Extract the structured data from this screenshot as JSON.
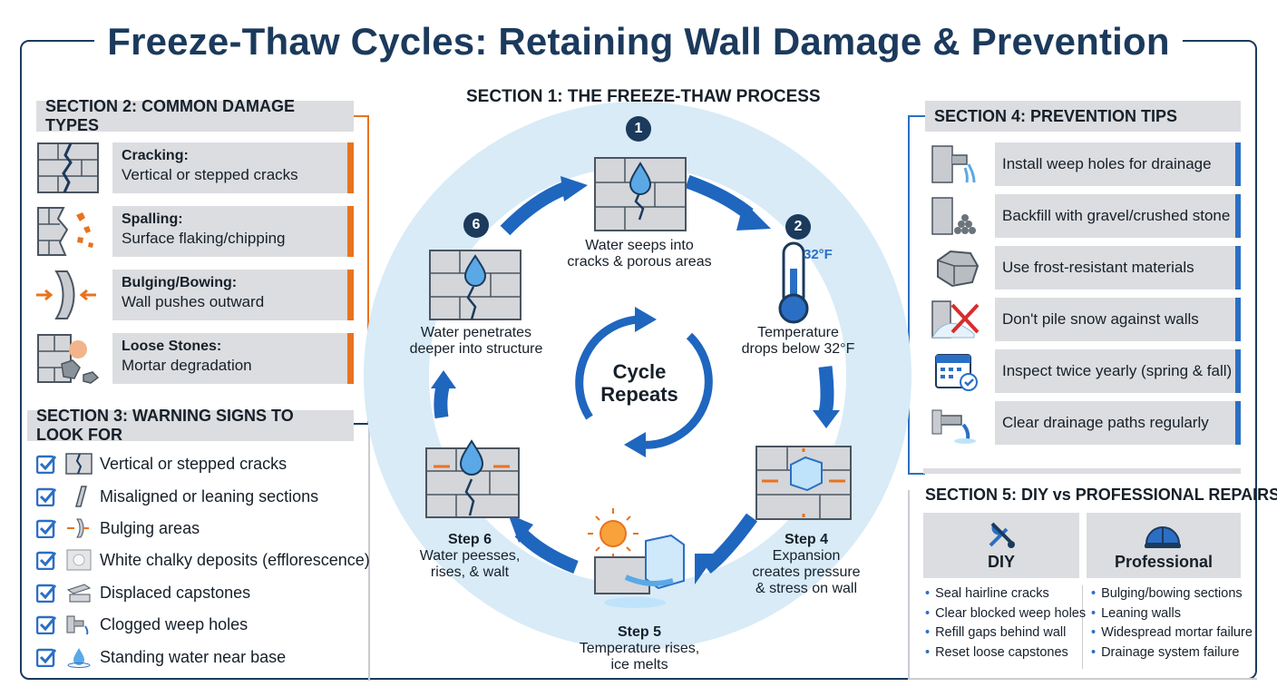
{
  "title": "Freeze-Thaw Cycles: Retaining Wall Damage & Prevention",
  "section1": {
    "heading": "SECTION 1: THE FREEZE-THAW PROCESS",
    "center": [
      "Cycle",
      "Repeats"
    ],
    "steps": [
      {
        "badge": "1",
        "text": [
          "Water seeps into",
          "cracks & porous areas"
        ]
      },
      {
        "badge": "2",
        "text": [
          "Temperature",
          "drops below 32°F"
        ],
        "thermo_label": "32°F"
      },
      {
        "label": "Step 4",
        "text": [
          "Expansion",
          "creates pressure",
          "& stress on wall"
        ]
      },
      {
        "label": "Step 5",
        "text": [
          "Temperature rises,",
          "ice melts"
        ]
      },
      {
        "label": "Step 6",
        "text": [
          "Water peesses,",
          "rises, & walt"
        ]
      },
      {
        "badge": "6",
        "text": [
          "Water penetrates",
          "deeper into structure"
        ]
      }
    ]
  },
  "section2": {
    "heading": "SECTION 2: COMMON DAMAGE TYPES",
    "items": [
      {
        "icon": "cracked-wall-icon",
        "title": "Cracking:",
        "desc": "Vertical or stepped cracks"
      },
      {
        "icon": "spalling-icon",
        "title": "Spalling:",
        "desc": "Surface flaking/chipping"
      },
      {
        "icon": "bulging-icon",
        "title": "Bulging/Bowing:",
        "desc": "Wall pushes outward"
      },
      {
        "icon": "loose-stones-icon",
        "title": "Loose Stones:",
        "desc": "Mortar degradation"
      }
    ]
  },
  "section3": {
    "heading": "SECTION 3: WARNING SIGNS TO LOOK FOR",
    "items": [
      {
        "icon": "crack-icon",
        "text": "Vertical or stepped cracks"
      },
      {
        "icon": "leaning-icon",
        "text": "Misaligned or leaning sections"
      },
      {
        "icon": "bulge-icon",
        "text": "Bulging areas"
      },
      {
        "icon": "efflorescence-icon",
        "text": "White chalky deposits (efflorescence)"
      },
      {
        "icon": "capstone-icon",
        "text": "Displaced capstones"
      },
      {
        "icon": "pipe-icon",
        "text": "Clogged weep holes"
      },
      {
        "icon": "water-drop-icon",
        "text": "Standing water near base"
      }
    ]
  },
  "section4": {
    "heading": "SECTION 4: PREVENTION TIPS",
    "items": [
      {
        "icon": "weep-hole-icon",
        "text": "Install weep holes for drainage"
      },
      {
        "icon": "gravel-icon",
        "text": "Backfill with gravel/crushed stone"
      },
      {
        "icon": "stone-block-icon",
        "text": "Use frost-resistant materials"
      },
      {
        "icon": "no-snow-icon",
        "text": "Don't pile snow against walls"
      },
      {
        "icon": "calendar-icon",
        "text": "Inspect twice yearly (spring & fall)"
      },
      {
        "icon": "drain-pipe-icon",
        "text": "Clear drainage paths regularly"
      }
    ]
  },
  "section5": {
    "heading": "SECTION 5: DIY vs PROFESSIONAL REPAIRS",
    "diy": {
      "label": "DIY",
      "items": [
        "Seal hairline cracks",
        "Clear blocked weep holes",
        "Refill gaps behind wall",
        "Reset loose capstones"
      ]
    },
    "pro": {
      "label": "Professional",
      "items": [
        "Bulging/bowing sections",
        "Leaning walls",
        "Widespread mortar failure",
        "Drainage system failure"
      ]
    }
  },
  "colors": {
    "navy": "#1b3a5c",
    "orange": "#e8731f",
    "blue": "#2b6fc4",
    "panel": "#dcdde0",
    "ring": "#d8ebf7"
  }
}
